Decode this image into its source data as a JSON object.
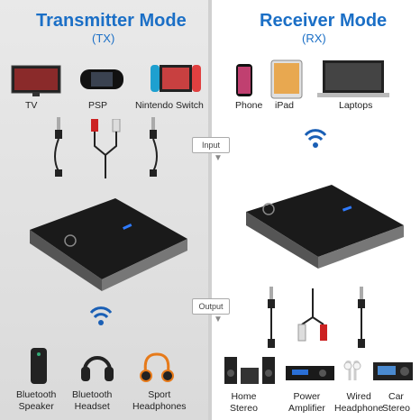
{
  "transmitter": {
    "title": "Transmitter Mode",
    "subtitle": "(TX)",
    "inputs": [
      "TV",
      "PSP",
      "Nintendo  Switch"
    ],
    "outputs": [
      "Bluetooth\nSpeaker",
      "Bluetooth\nHeadset",
      "Sport\nHeadphones"
    ]
  },
  "receiver": {
    "title": "Receiver Mode",
    "subtitle": "(RX)",
    "inputs": [
      "Phone",
      "iPad",
      "Laptops"
    ],
    "outputs": [
      "Home\nStereo",
      "Power\nAmplifier",
      "Wired\nHeadphone",
      "Car\nStereo"
    ]
  },
  "labels": {
    "input": "Input",
    "output": "Output"
  },
  "colors": {
    "accent": "#1b6fc6",
    "led": "#2f7bff",
    "device_body": "#1a1a1a"
  }
}
